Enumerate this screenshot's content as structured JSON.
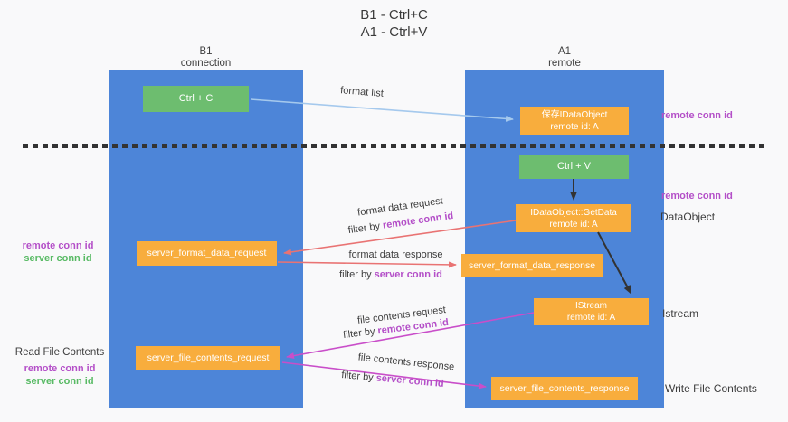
{
  "title": {
    "line1": "B1 - Ctrl+C",
    "line2": "A1 - Ctrl+V"
  },
  "lanes": {
    "left": {
      "title": "B1",
      "subtitle": "connection"
    },
    "right": {
      "title": "A1",
      "subtitle": "remote"
    }
  },
  "nodes": {
    "ctrl_c": {
      "label": "Ctrl + C"
    },
    "stored_idataobject": {
      "line1": "保存IDataObject",
      "line2": "remote id: A"
    },
    "ctrl_v": {
      "label": "Ctrl + V"
    },
    "getdata": {
      "line1": "IDataObject::GetData",
      "line2": "remote id: A"
    },
    "format_request": {
      "label": "server_format_data_request"
    },
    "format_response": {
      "label": "server_format_data_response"
    },
    "istream": {
      "line1": "IStream",
      "line2": "remote id: A"
    },
    "file_request": {
      "label": "server_file_contents_request"
    },
    "file_response": {
      "label": "server_file_contents_response"
    }
  },
  "arrow_labels": {
    "format_list": {
      "text": "format list"
    },
    "format_data_request": {
      "text": "format data request"
    },
    "format_data_request_filter": {
      "prefix": "filter by",
      "highlight": "remote conn id"
    },
    "format_data_response": {
      "text": "format data response"
    },
    "format_data_response_filter": {
      "prefix": "filter by",
      "highlight": "server conn id"
    },
    "file_contents_request": {
      "text": "file contents request"
    },
    "file_contents_request_filter": {
      "prefix": "filter by",
      "highlight": "remote conn id"
    },
    "file_contents_response": {
      "text": "file contents response"
    },
    "file_contents_response_filter": {
      "prefix": "filter by",
      "highlight": "server conn id"
    }
  },
  "side_labels": {
    "left_remote_conn_id": "remote conn id",
    "left_server_conn_id": "server conn id",
    "read_file_contents": "Read File Contents",
    "left_remote_conn_id_2": "remote conn id",
    "left_server_conn_id_2": "server conn id",
    "right_remote_conn_id_1": "remote conn id",
    "right_remote_conn_id_2": "remote conn id",
    "dataobject": "DataObject",
    "istream": "Istream",
    "write_file_contents": "Write File Contents"
  },
  "colors": {
    "lane_blue": "#4d85d8",
    "box_orange": "#f8ad3d",
    "box_green": "#6dbd6f",
    "arrow_light_blue": "#a5c9ed",
    "arrow_red": "#e97373",
    "arrow_magenta": "#c94ec9",
    "arrow_black": "#333333",
    "text_purple": "#b44fc8",
    "text_green": "#58ba64"
  }
}
